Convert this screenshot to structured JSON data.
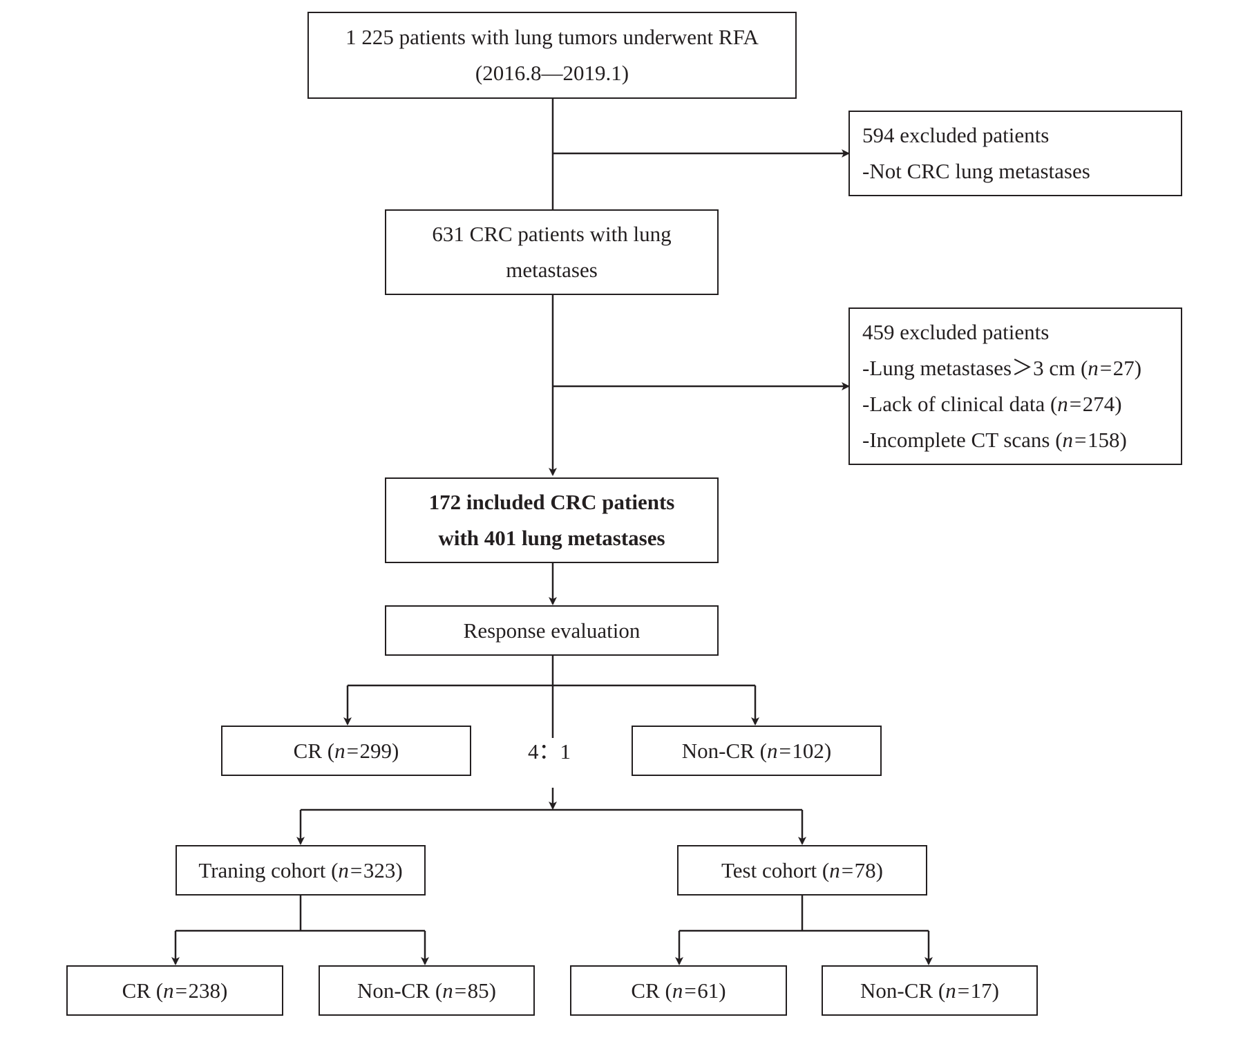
{
  "boxes": {
    "start": {
      "line1": "1 225 patients with lung tumors underwent RFA",
      "line2": "(2016.8—2019.1)"
    },
    "excluded1": {
      "line1": "594 excluded patients",
      "line2": "-Not CRC lung metastases"
    },
    "crc": {
      "line1": "631 CRC patients with lung",
      "line2": "metastases"
    },
    "excluded2": {
      "title": "459 excluded patients",
      "items": [
        {
          "label": "-Lung metastases＞3 cm (",
          "n": "27",
          "close": ")"
        },
        {
          "label": "-Lack of clinical data (",
          "n": "274",
          "close": ")"
        },
        {
          "label": "-Incomplete CT scans (",
          "n": "158",
          "close": ")"
        }
      ]
    },
    "included": {
      "line1": "172 included CRC patients",
      "line2": "with 401 lung metastases"
    },
    "response": {
      "label": "Response evaluation"
    },
    "cr_total": {
      "label": "CR (",
      "n": "299",
      "close": ")"
    },
    "noncr_total": {
      "label": "Non-CR (",
      "n": "102",
      "close": ")"
    },
    "ratio": "4：1",
    "training": {
      "label": "Traning cohort (",
      "n": "323",
      "close": ")"
    },
    "test": {
      "label": "Test cohort (",
      "n": "78",
      "close": ")"
    },
    "train_cr": {
      "label": "CR (",
      "n": "238",
      "close": ")"
    },
    "train_noncr": {
      "label": "Non-CR (",
      "n": "85",
      "close": ")"
    },
    "test_cr": {
      "label": "CR (",
      "n": "61",
      "close": ")"
    },
    "test_noncr": {
      "label": "Non-CR (",
      "n": "17",
      "close": ")"
    }
  },
  "n_symbol": "n="
}
